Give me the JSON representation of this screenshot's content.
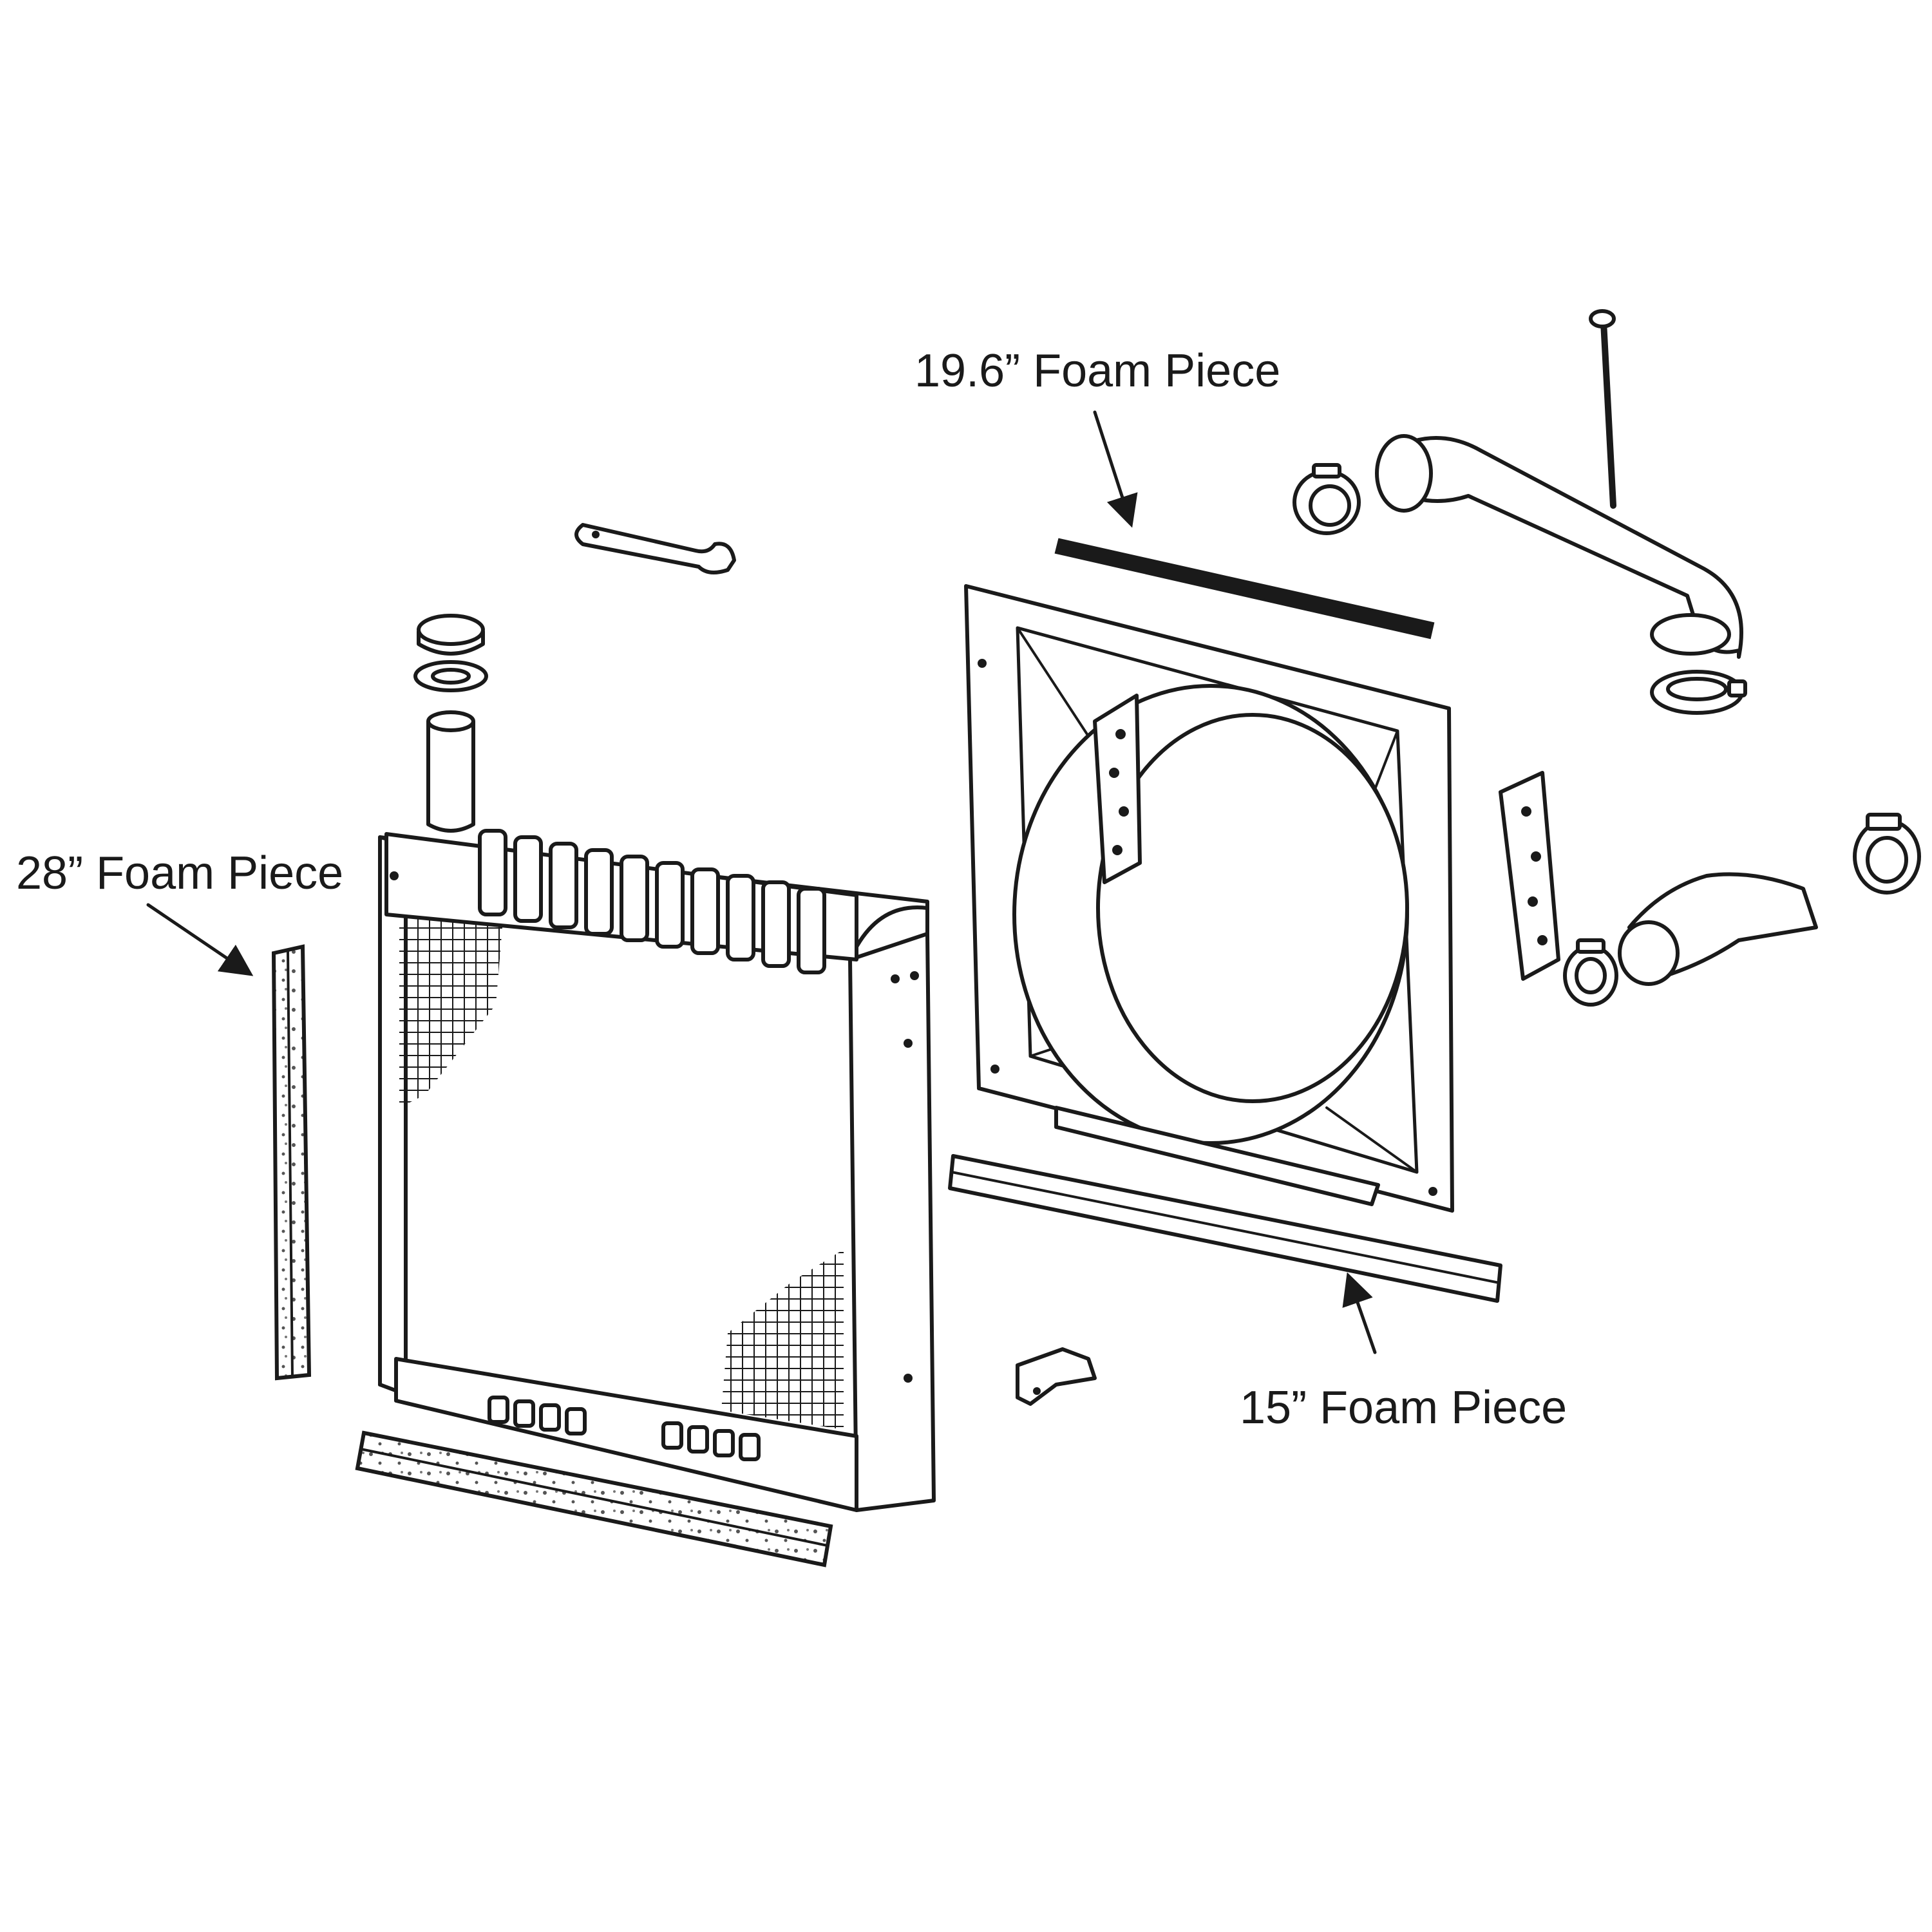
{
  "labels": {
    "foam_28": "28” Foam Piece",
    "foam_19_6": "19.6” Foam Piece",
    "foam_15": "15” Foam Piece"
  },
  "colors": {
    "ink": "#1a1a1a",
    "background": "#ffffff",
    "shade": "#cfcfcf"
  }
}
